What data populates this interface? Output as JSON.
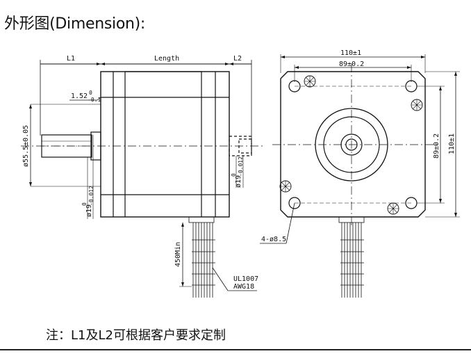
{
  "header": {
    "title": "外形图(Dimension):"
  },
  "side_view": {
    "l1": "L1",
    "length": "Length",
    "l2": "L2",
    "shaft_step": "1.52",
    "shaft_step_sup": "0",
    "shaft_step_sub": "-0.1",
    "boss_dia": "ø55.5±0.05",
    "shaft_dia_left": "ø19",
    "shaft_dia_left_sup": "0",
    "shaft_dia_left_sub": "-0.012",
    "shaft_dia_right": "ø19",
    "shaft_dia_right_sup": "0",
    "shaft_dia_right_sub": "-0.012",
    "lead_length": "450Min",
    "wire_spec_1": "UL1007",
    "wire_spec_2": "AWG18"
  },
  "front_view": {
    "outer_width": "110±1",
    "hole_spacing_h": "89±0.2",
    "hole_spacing_v": "89±0.2",
    "outer_height": "110±1",
    "holes": "4-ø8.5"
  },
  "footer": {
    "note": "注：L1及L2可根据客户要求定制"
  }
}
